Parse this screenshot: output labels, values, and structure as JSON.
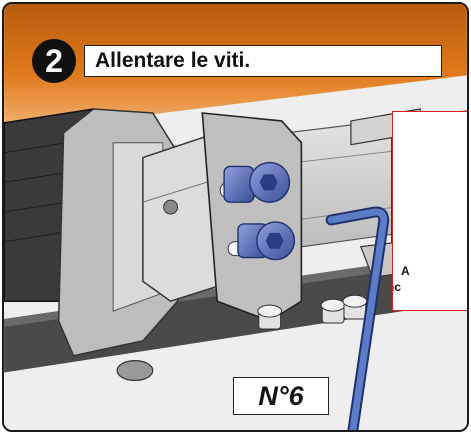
{
  "step": {
    "number": "2",
    "title": "Allentare le viti."
  },
  "tool": {
    "label": "N°6"
  },
  "note": {
    "line1": "A",
    "line2": "nc"
  },
  "colors": {
    "ceiling": "#e07a1c",
    "metal": "#c8c8c8",
    "bolt": "#5b6fb6",
    "hex_key": "#4f6fb0",
    "note_border": "#d62020"
  },
  "icons": [
    "hex-key-icon",
    "bolt-icon",
    "bracket-icon"
  ]
}
